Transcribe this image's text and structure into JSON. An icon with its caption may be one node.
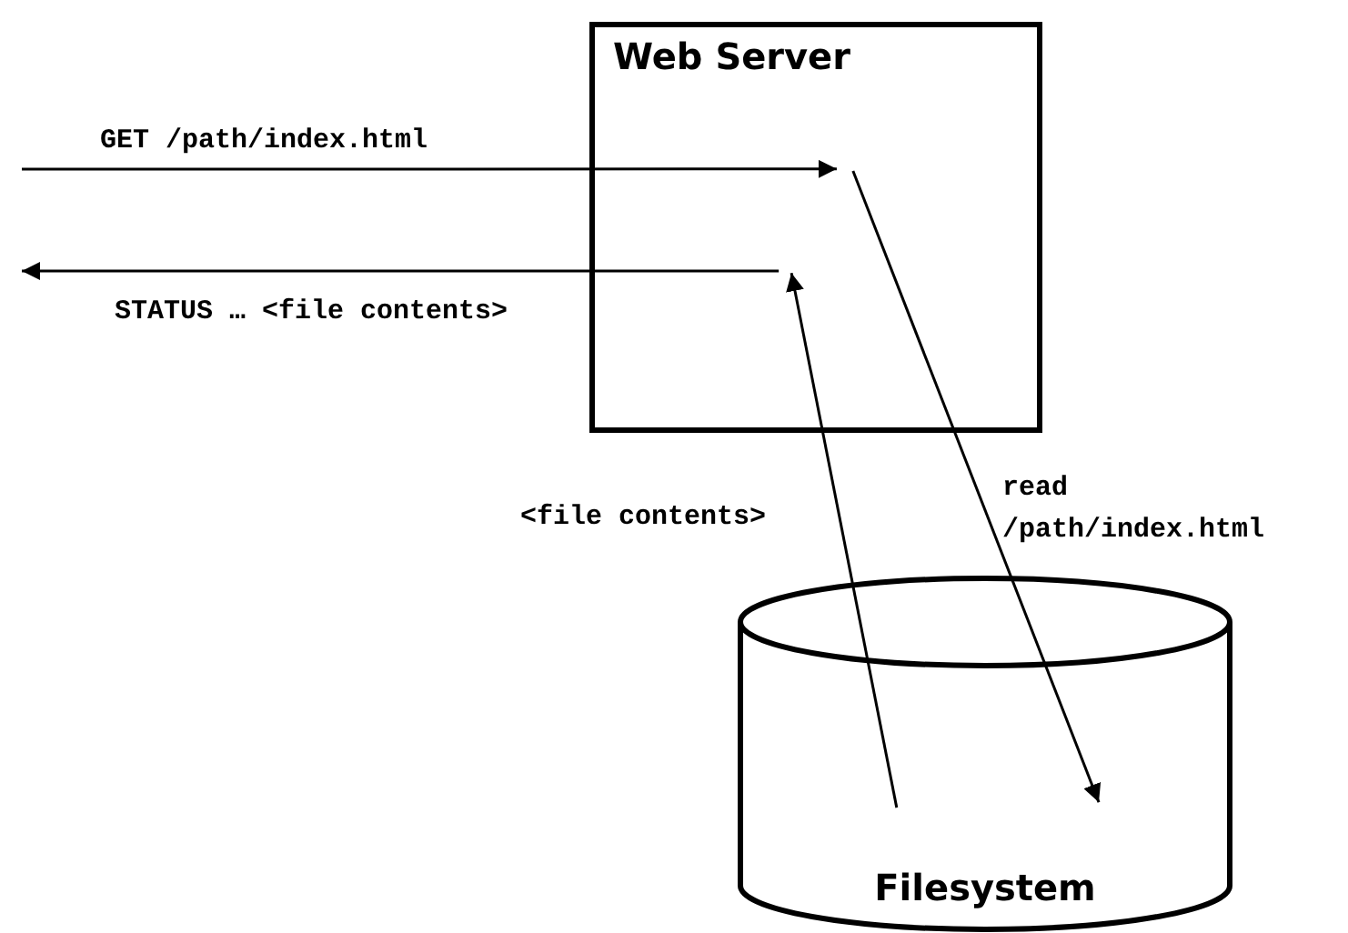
{
  "diagram": {
    "nodes": [
      {
        "text": [
          "Web Server"
        ]
      },
      {
        "text": [
          "Filesystem"
        ]
      }
    ],
    "edges": [
      {
        "from": null,
        "to": 0,
        "arrow": "to",
        "label": "GET /path/index.html"
      },
      {
        "from": 0,
        "to": null,
        "arrow": "to",
        "label": "STATUS … <file contents>"
      },
      {
        "from": 0,
        "to": 1,
        "arrow": "to",
        "label": "read /path/index.html"
      },
      {
        "from": 1,
        "to": 0,
        "arrow": "to",
        "label": "<file contents>"
      }
    ]
  }
}
